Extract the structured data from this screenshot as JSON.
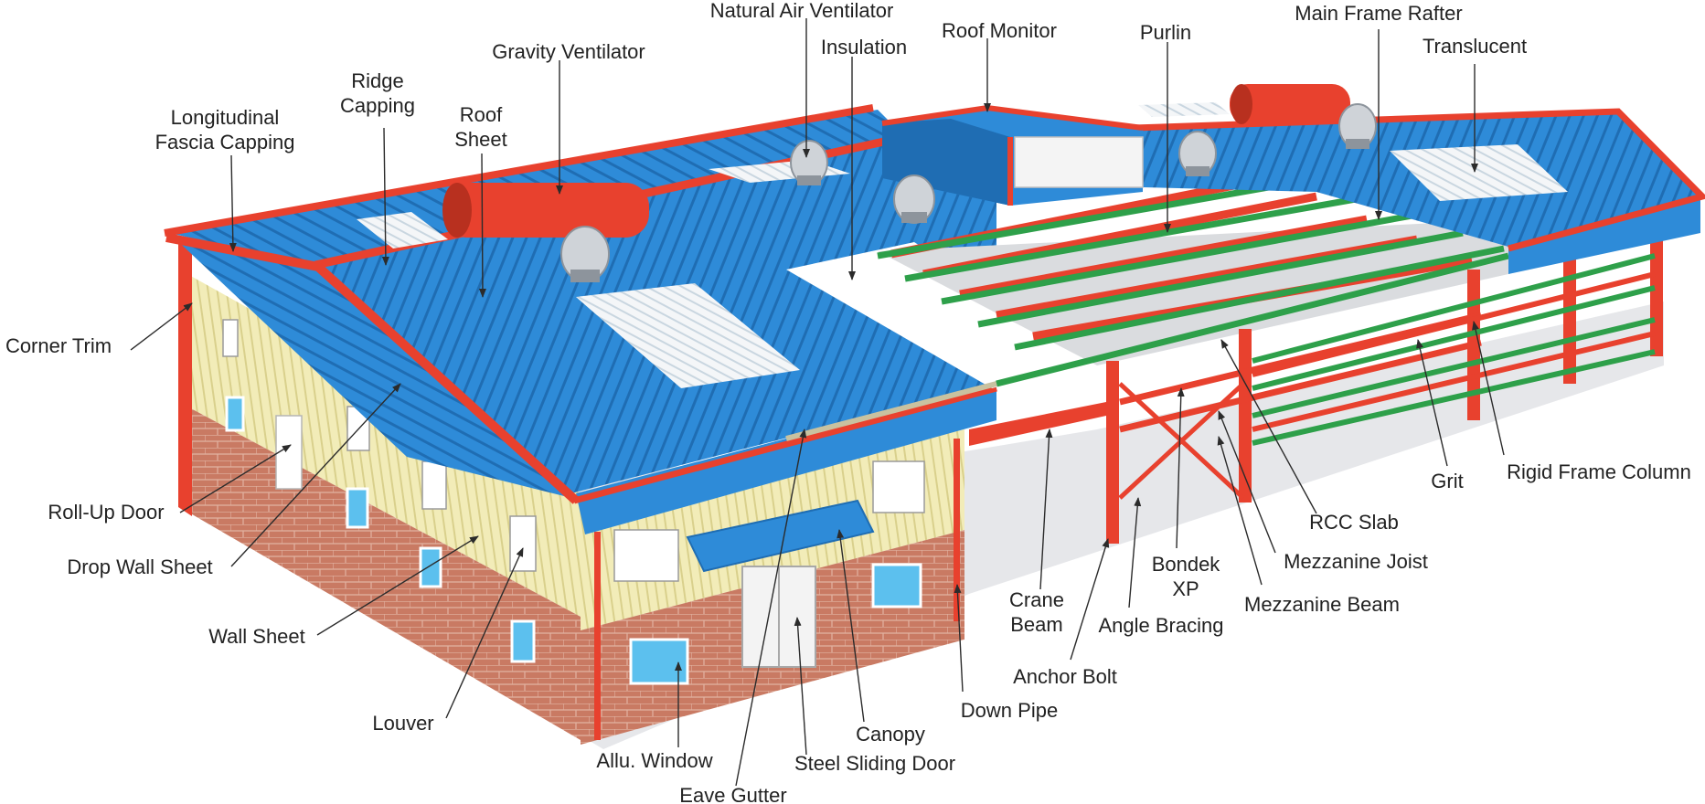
{
  "colors": {
    "roof": "#2e8bd8",
    "roof_dark": "#1f6db3",
    "frame": "#e8412e",
    "frame_dark": "#b8301f",
    "purlin": "#2ea04a",
    "wall": "#f2ecb8",
    "brick": "#c97a63",
    "translucent": "#f4f6f8",
    "window": "#5cc0ee",
    "label": "#222222",
    "leader": "#2b2b2b"
  },
  "labels": [
    {
      "id": "natural-air-ventilator",
      "lines": [
        "Natural Air Ventilator"
      ]
    },
    {
      "id": "roof-monitor",
      "lines": [
        "Roof Monitor"
      ]
    },
    {
      "id": "purlin",
      "lines": [
        "Purlin"
      ]
    },
    {
      "id": "main-frame-rafter",
      "lines": [
        "Main Frame Rafter"
      ]
    },
    {
      "id": "translucent",
      "lines": [
        "Translucent"
      ]
    },
    {
      "id": "insulation",
      "lines": [
        "Insulation"
      ]
    },
    {
      "id": "gravity-ventilator",
      "lines": [
        "Gravity Ventilator"
      ]
    },
    {
      "id": "ridge-capping",
      "lines": [
        "Ridge",
        "Capping"
      ]
    },
    {
      "id": "roof-sheet",
      "lines": [
        "Roof",
        "Sheet"
      ]
    },
    {
      "id": "longitudinal-fascia-capping",
      "lines": [
        "Longitudinal",
        "Fascia Capping"
      ]
    },
    {
      "id": "corner-trim",
      "lines": [
        "Corner Trim"
      ]
    },
    {
      "id": "roll-up-door",
      "lines": [
        "Roll-Up Door"
      ]
    },
    {
      "id": "drop-wall-sheet",
      "lines": [
        "Drop Wall Sheet"
      ]
    },
    {
      "id": "wall-sheet",
      "lines": [
        "Wall Sheet"
      ]
    },
    {
      "id": "louver",
      "lines": [
        "Louver"
      ]
    },
    {
      "id": "allu-window",
      "lines": [
        "Allu. Window"
      ]
    },
    {
      "id": "eave-gutter",
      "lines": [
        "Eave Gutter"
      ]
    },
    {
      "id": "steel-sliding-door",
      "lines": [
        "Steel Sliding Door"
      ]
    },
    {
      "id": "canopy",
      "lines": [
        "Canopy"
      ]
    },
    {
      "id": "down-pipe",
      "lines": [
        "Down Pipe"
      ]
    },
    {
      "id": "anchor-bolt",
      "lines": [
        "Anchor Bolt"
      ]
    },
    {
      "id": "crane-beam",
      "lines": [
        "Crane",
        "Beam"
      ]
    },
    {
      "id": "angle-bracing",
      "lines": [
        "Angle Bracing"
      ]
    },
    {
      "id": "bondek-xp",
      "lines": [
        "Bondek",
        "XP"
      ]
    },
    {
      "id": "mezzanine-beam",
      "lines": [
        "Mezzanine Beam"
      ]
    },
    {
      "id": "mezzanine-joist",
      "lines": [
        "Mezzanine Joist"
      ]
    },
    {
      "id": "rcc-slab",
      "lines": [
        "RCC Slab"
      ]
    },
    {
      "id": "grit",
      "lines": [
        "Grit"
      ]
    },
    {
      "id": "rigid-frame-column",
      "lines": [
        "Rigid Frame Column"
      ]
    }
  ]
}
